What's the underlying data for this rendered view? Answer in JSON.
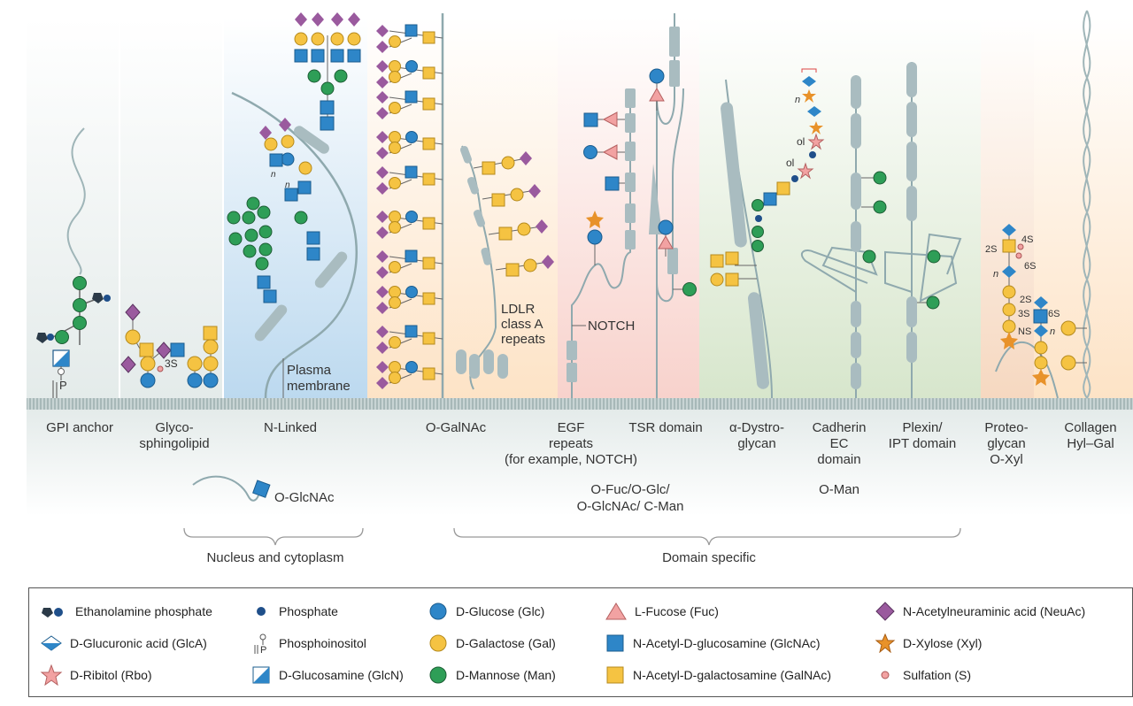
{
  "columns": [
    {
      "label_lines": [
        "GPI anchor"
      ]
    },
    {
      "label_lines": [
        "Glyco-",
        "sphingolipid"
      ]
    },
    {
      "label_lines": [
        "N-Linked"
      ]
    },
    {
      "label_lines": [
        "O-GalNAc"
      ]
    },
    {
      "label_lines": [
        "EGF",
        "repeats",
        "(for example, NOTCH)"
      ]
    },
    {
      "label_lines": [
        "TSR domain"
      ]
    },
    {
      "label_lines": [
        "α-Dystro-",
        "glycan"
      ]
    },
    {
      "label_lines": [
        "Cadherin",
        "EC",
        "domain"
      ]
    },
    {
      "label_lines": [
        "Plexin/",
        "IPT domain"
      ]
    },
    {
      "label_lines": [
        "Proteo-",
        "glycan",
        "O-Xyl"
      ]
    },
    {
      "label_lines": [
        "Collagen",
        "Hyl–Gal"
      ]
    }
  ],
  "annotations": {
    "plasma_membrane": [
      "Plasma",
      "membrane"
    ],
    "ldlr": [
      "LDLR",
      "class A",
      "repeats"
    ],
    "notch": "NOTCH",
    "ogfc": "O-Fuc/O-Glc/",
    "ogfc2": "O-GlcNAc/ C-Man",
    "oman": "O-Man",
    "oglcnac": "O-GlcNAc",
    "n_label": "n",
    "ol_label": "ol",
    "s3": "3S",
    "s2": "2S",
    "s4": "4S",
    "s6": "6S",
    "ns": "NS",
    "p": "P"
  },
  "groups": {
    "nucleus": "Nucleus and cytoplasm",
    "domain": "Domain specific"
  },
  "legend": [
    {
      "icon": "ethanolamine-phosphate-icon",
      "label": "Ethanolamine phosphate"
    },
    {
      "icon": "phosphate-icon",
      "label": "Phosphate"
    },
    {
      "icon": "glucose-circle-icon",
      "label": "D-Glucose (Glc)"
    },
    {
      "icon": "fucose-triangle-icon",
      "label": "L-Fucose (Fuc)"
    },
    {
      "icon": "neuac-diamond-icon",
      "label": "N-Acetylneuraminic acid (NeuAc)"
    },
    {
      "icon": "glca-diamond-icon",
      "label": "D-Glucuronic acid (GlcA)"
    },
    {
      "icon": "phosphoinositol-icon",
      "label": "Phosphoinositol"
    },
    {
      "icon": "galactose-circle-icon",
      "label": "D-Galactose (Gal)"
    },
    {
      "icon": "glcnac-square-icon",
      "label": "N-Acetyl-D-glucosamine (GlcNAc)"
    },
    {
      "icon": "xylose-star-icon",
      "label": "D-Xylose (Xyl)"
    },
    {
      "icon": "ribitol-star-icon",
      "label": "D-Ribitol (Rbo)"
    },
    {
      "icon": "glucosamine-square-icon",
      "label": "D-Glucosamine (GlcN)"
    },
    {
      "icon": "mannose-circle-icon",
      "label": "D-Mannose (Man)"
    },
    {
      "icon": "galnac-square-icon",
      "label": "N-Acetyl-D-galactosamine (GalNAc)"
    },
    {
      "icon": "sulfation-icon",
      "label": "Sulfation (S)"
    }
  ],
  "colors": {
    "glucose": "#2e86c8",
    "galactose": "#f5c342",
    "mannose": "#2e9e57",
    "glcnac": "#2e86c8",
    "galnac": "#f5c342",
    "neuac": "#9a5a9e",
    "fucose": "#f0a0a0",
    "xylose": "#e8922a",
    "protein": "#a9bcc0",
    "membrane": "#b7c6c8"
  }
}
